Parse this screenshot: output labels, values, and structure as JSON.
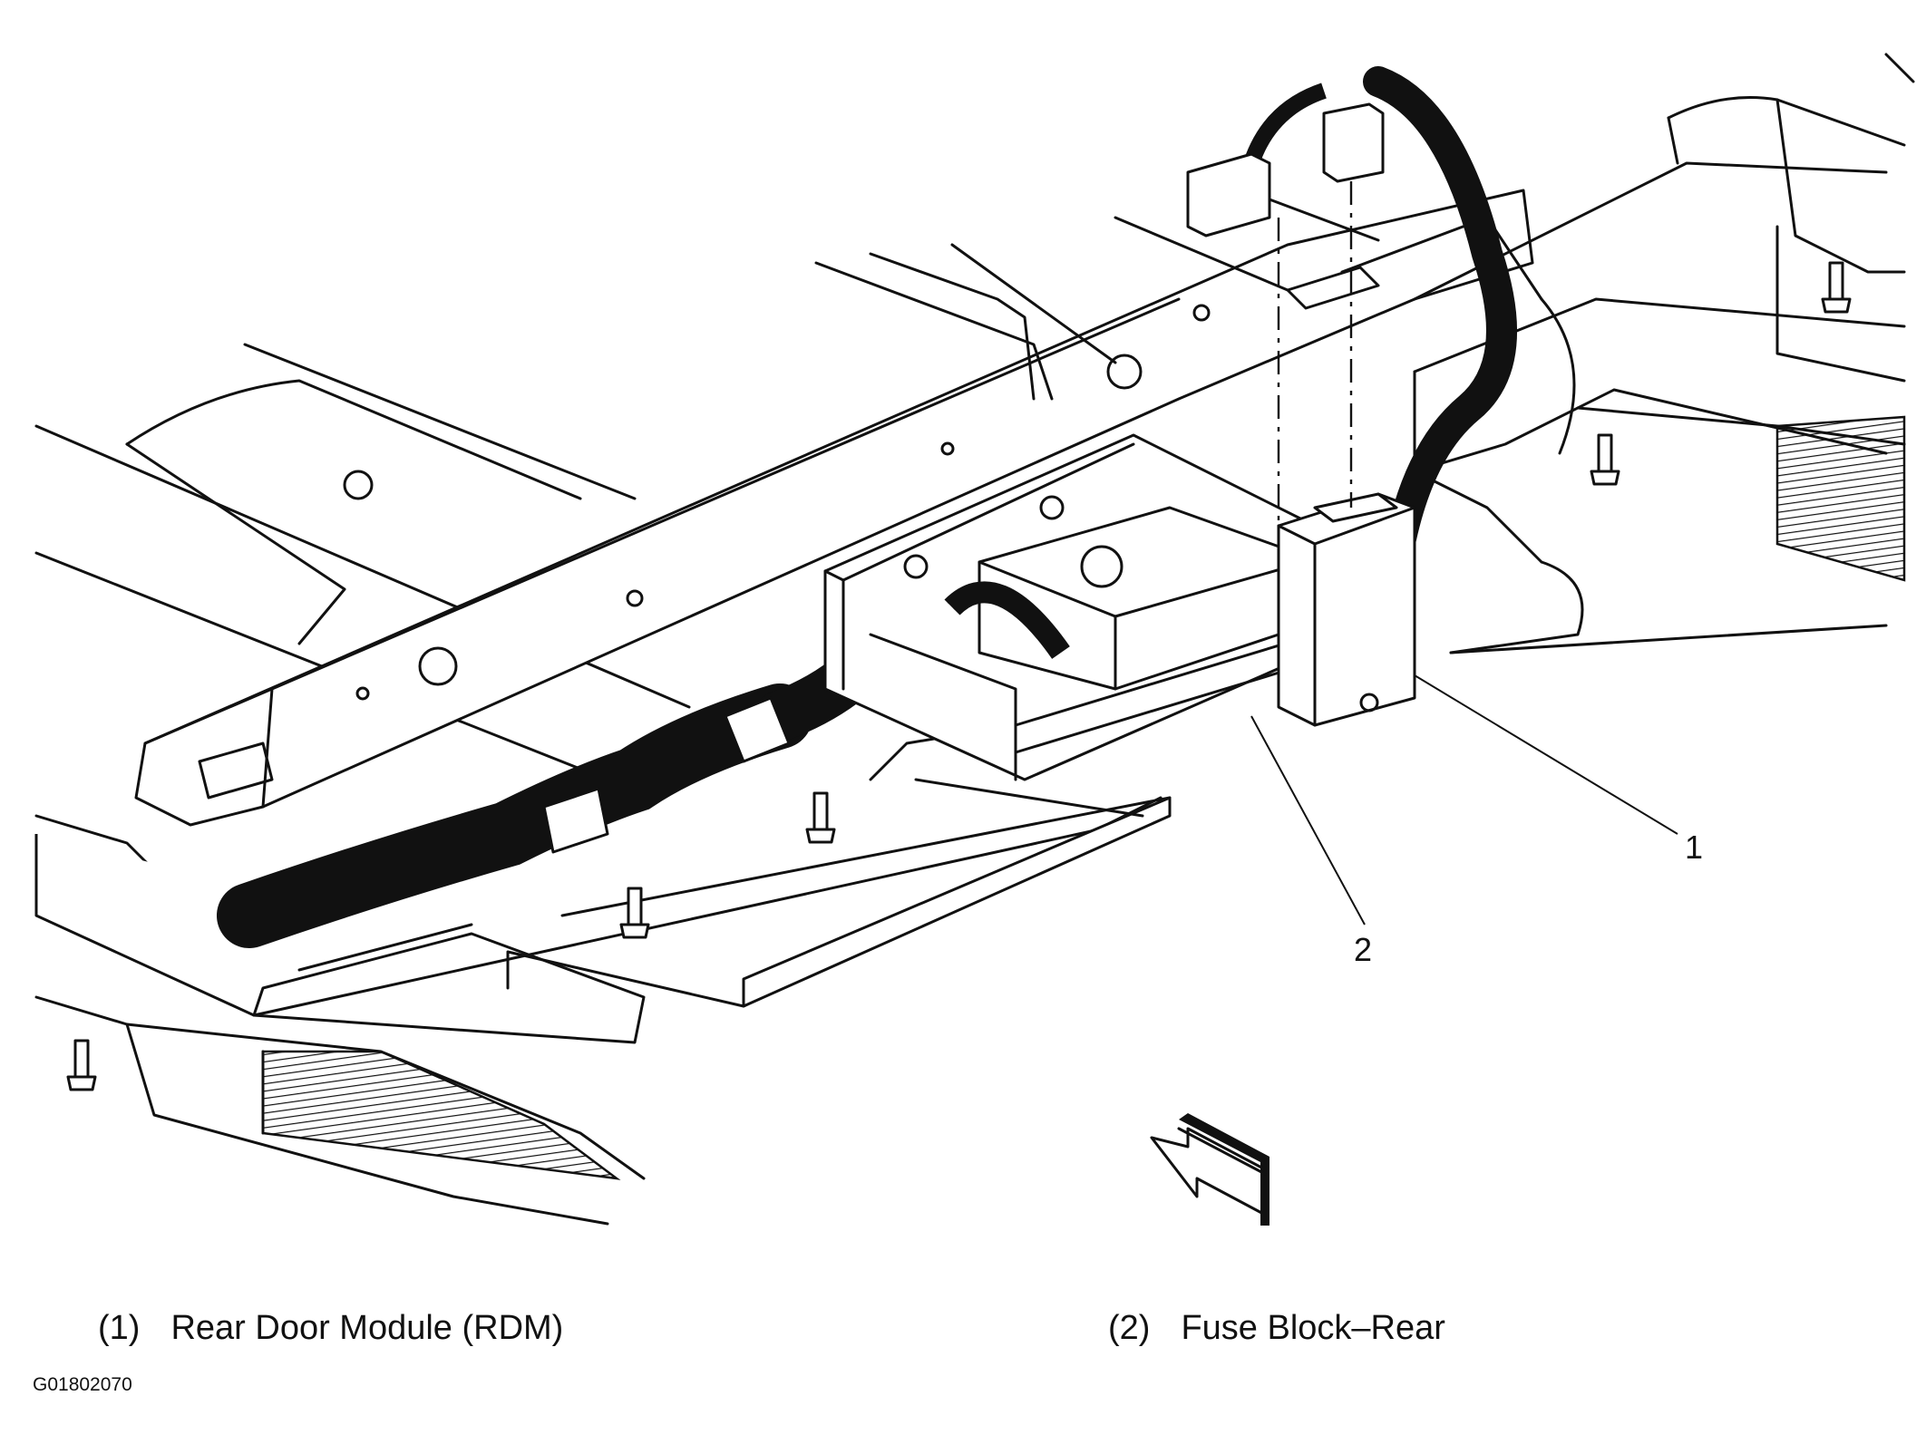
{
  "figure": {
    "id": "G01802070",
    "callouts": [
      {
        "number": "1",
        "label": "Rear Door Module (RDM)"
      },
      {
        "number": "2",
        "label": "Fuse Block–Rear"
      }
    ]
  },
  "legend": [
    {
      "number": "(1)",
      "label": "Rear Door Module (RDM)"
    },
    {
      "number": "(2)",
      "label": "Fuse Block–Rear"
    }
  ],
  "icons": {
    "direction_arrow": "front-direction-arrow-icon"
  }
}
